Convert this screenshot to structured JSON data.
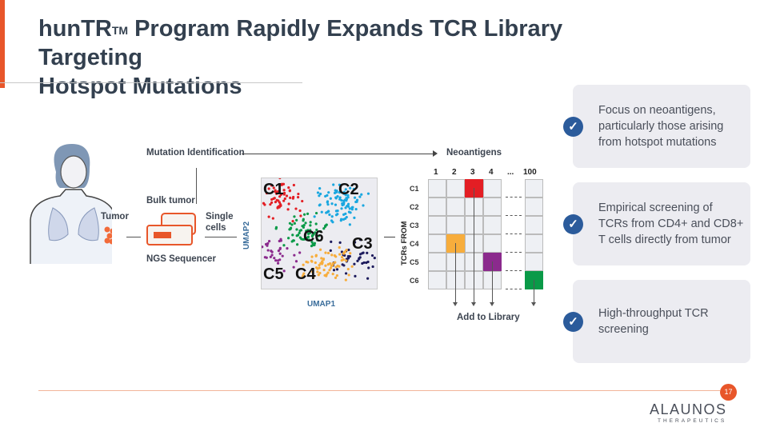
{
  "title": {
    "line1_pre": "hunTR",
    "tm": "TM",
    "line1_post": " Program Rapidly Expands TCR Library Targeting",
    "line2": "Hotspot Mutations"
  },
  "cards": [
    {
      "text": "Focus on neoantigens, particularly those arising from hotspot mutations",
      "icon": "check-icon"
    },
    {
      "text": "Empirical screening of TCRs from CD4+ and CD8+ T cells directly from tumor",
      "icon": "check-icon"
    },
    {
      "text": "High-throughput TCR screening",
      "icon": "check-icon"
    }
  ],
  "diagram": {
    "mutation_identification": "Mutation Identification",
    "neoantigens": "Neoantigens",
    "bulk_tumor": "Bulk tumor",
    "tumor": "Tumor",
    "single_cells": "Single cells",
    "ngs_sequencer": "NGS Sequencer",
    "umap_x": "UMAP1",
    "umap_y": "UMAP2",
    "clusters": [
      "C1",
      "C2",
      "C3",
      "C4",
      "C5",
      "C6"
    ],
    "tcrs_from": "TCRs FROM",
    "columns": [
      "1",
      "2",
      "3",
      "4",
      "...",
      "100"
    ],
    "rows": [
      "C1",
      "C2",
      "C3",
      "C4",
      "C5",
      "C6"
    ],
    "hits": [
      {
        "row": "C1",
        "col": "3",
        "color": "#e31e24"
      },
      {
        "row": "C4",
        "col": "2",
        "color": "#f7ad3c"
      },
      {
        "row": "C5",
        "col": "4",
        "color": "#8b2a8d"
      },
      {
        "row": "C6",
        "col": "100",
        "color": "#0a9a48"
      }
    ],
    "add_to_library": "Add to Library"
  },
  "colors": {
    "accent": "#e8562a",
    "check": "#2b5b9b",
    "C1": "#e31e24",
    "C2": "#1aa7e0",
    "C3": "#1d1b5c",
    "C4": "#f7ad3c",
    "C5": "#8b2a8d",
    "C6": "#0a9a48"
  },
  "footer": {
    "page": "17",
    "logo": "ALAUNOS",
    "logo_sub": "THERAPEUTICS"
  }
}
